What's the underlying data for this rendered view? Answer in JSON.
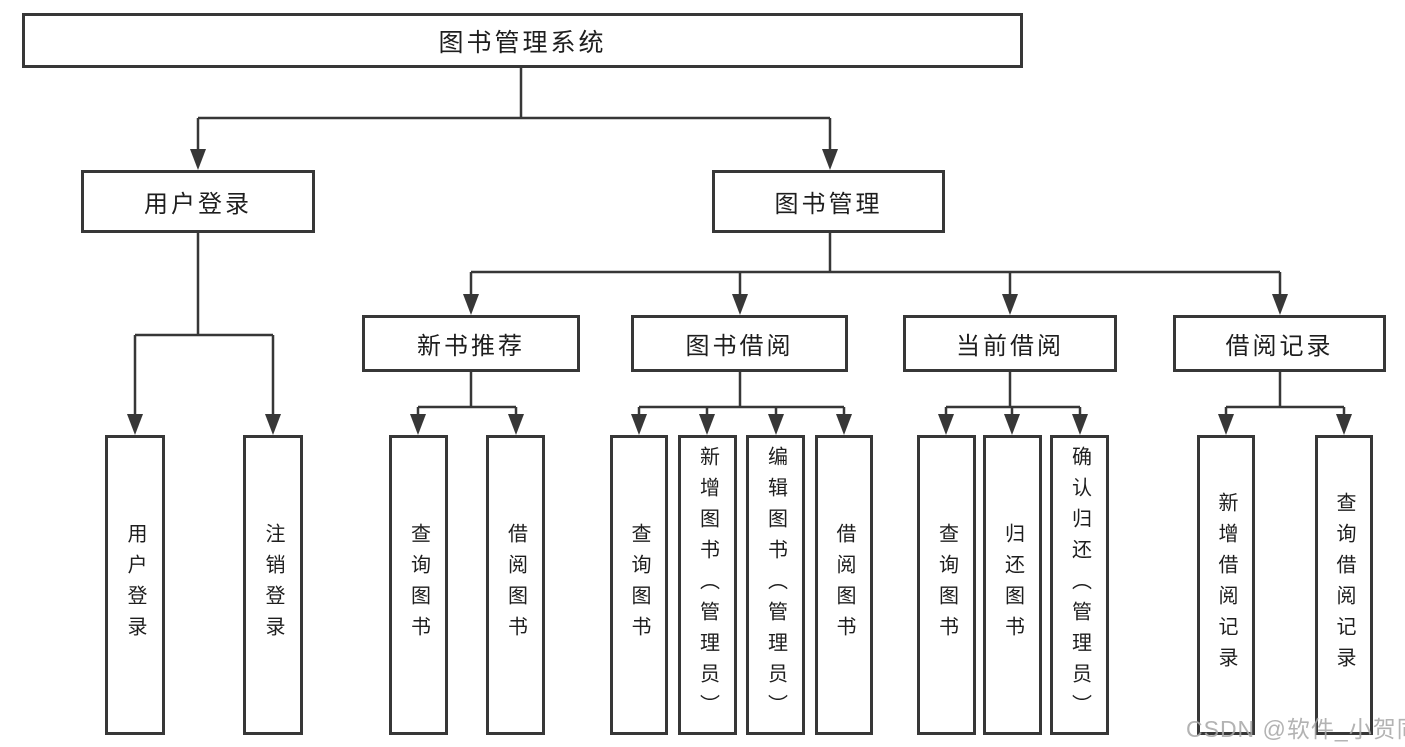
{
  "diagram_title": "图书管理系统",
  "nodes": {
    "root": {
      "label": "图书管理系统"
    },
    "user_login": {
      "label": "用户登录"
    },
    "book_mgmt": {
      "label": "图书管理"
    },
    "new_book_rec": {
      "label": "新书推荐"
    },
    "book_borrow": {
      "label": "图书借阅"
    },
    "current_borrow": {
      "label": "当前借阅"
    },
    "borrow_records": {
      "label": "借阅记录"
    },
    "leaf_user_login": {
      "label": "用户登录"
    },
    "leaf_logout": {
      "label": "注销登录"
    },
    "leaf_query_book_1": {
      "label": "查询图书"
    },
    "leaf_borrow_book_1": {
      "label": "借阅图书"
    },
    "leaf_query_book_2": {
      "label": "查询图书"
    },
    "leaf_add_book": {
      "label": "新增图书（管理员）"
    },
    "leaf_edit_book": {
      "label": "编辑图书（管理员）"
    },
    "leaf_borrow_book_2": {
      "label": "借阅图书"
    },
    "leaf_query_book_3": {
      "label": "查询图书"
    },
    "leaf_return_book": {
      "label": "归还图书"
    },
    "leaf_confirm_return": {
      "label": "确认归还（管理员）"
    },
    "leaf_add_record": {
      "label": "新增借阅记录"
    },
    "leaf_query_record": {
      "label": "查询借阅记录"
    }
  },
  "watermark": {
    "text": "CSDN @软件_小贺同学"
  },
  "colors": {
    "line": "#373737",
    "border": "#373737",
    "text": "#1e1e1e",
    "watermark": "#a8a8a8",
    "background": "#ffffff"
  }
}
